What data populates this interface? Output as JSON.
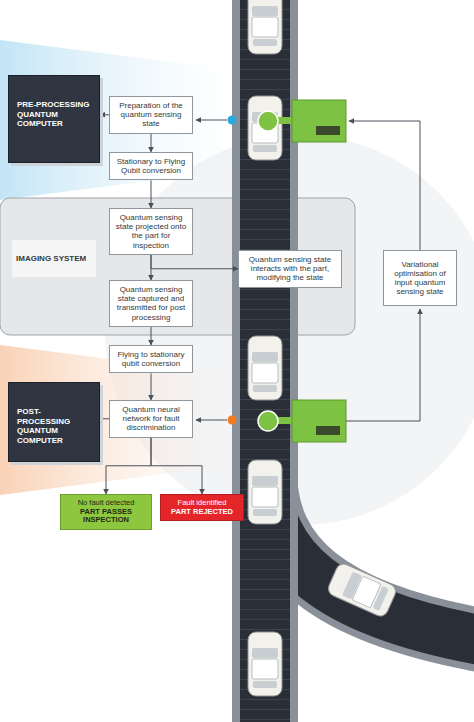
{
  "diagram": {
    "nodes": [
      {
        "text": [
          "PRE-PROCESSING QUANTUM COMPUTER"
        ]
      },
      {
        "text": [
          "Preparation of the quantum sensing state"
        ]
      },
      {
        "text": [
          "Stationary to Flying Qubit conversion"
        ]
      },
      {
        "text": [
          "IMAGING SYSTEM"
        ]
      },
      {
        "text": [
          "Quantum sensing state projected onto the part for inspection"
        ],
        "in": 3
      },
      {
        "text": [
          "Quantum sensing state interacts with the part, modifying the state"
        ],
        "in": 3
      },
      {
        "text": [
          "Quantum sensing state captured and transmitted for post processing"
        ],
        "in": 3
      },
      {
        "text": [
          "Flying to stationary qubit conversion"
        ]
      },
      {
        "text": [
          "POST-PROCESSING QUANTUM COMPUTER"
        ]
      },
      {
        "text": [
          "Quantum neural network for fault discrimination"
        ]
      },
      {
        "text": [
          "No fault detected",
          "PART PASSES INSPECTION"
        ]
      },
      {
        "text": [
          "Fault identified",
          "PART REJECTED"
        ]
      },
      {
        "text": [
          "Variational optimisation of input quantum sensing state"
        ]
      }
    ],
    "edges": [
      {
        "from": 1,
        "to": 0,
        "arrow": "to"
      },
      {
        "from": 1,
        "to": 2,
        "arrow": "to"
      },
      {
        "from": 2,
        "to": 4,
        "arrow": "to"
      },
      {
        "from": 4,
        "to": 5,
        "arrow": "to"
      },
      {
        "from": 4,
        "to": 6,
        "arrow": "to"
      },
      {
        "from": 6,
        "to": 7,
        "arrow": "to"
      },
      {
        "from": 7,
        "to": 9,
        "arrow": "to"
      },
      {
        "from": 9,
        "to": 8,
        "arrow": "none"
      },
      {
        "from": 9,
        "to": 10,
        "arrow": "to"
      },
      {
        "from": 9,
        "to": 11,
        "arrow": "to"
      }
    ]
  }
}
